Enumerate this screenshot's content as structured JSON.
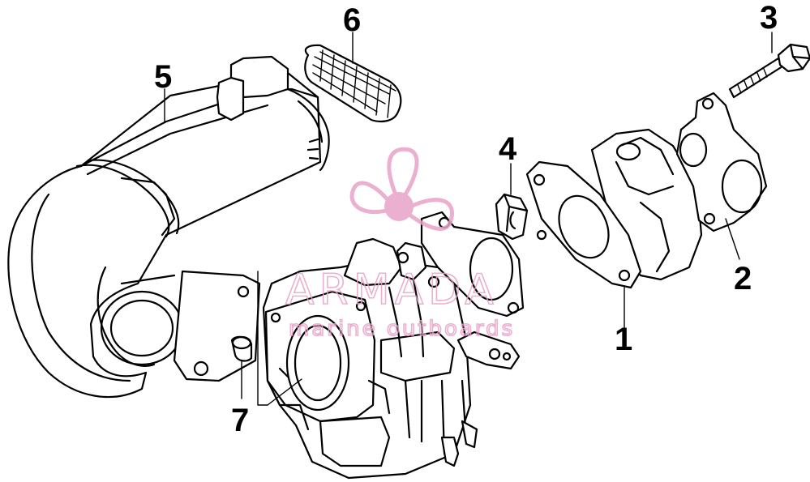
{
  "diagram": {
    "callouts": [
      {
        "id": "1",
        "label": "1"
      },
      {
        "id": "2",
        "label": "2"
      },
      {
        "id": "3",
        "label": "3"
      },
      {
        "id": "4",
        "label": "4"
      },
      {
        "id": "5",
        "label": "5"
      },
      {
        "id": "6",
        "label": "6"
      },
      {
        "id": "7",
        "label": "7"
      }
    ]
  },
  "watermark": {
    "brand": "ARMADA",
    "tagline": "marine outboards",
    "color": "#e8a2c8"
  },
  "colors": {
    "line": "#000000",
    "background": "#ffffff"
  }
}
